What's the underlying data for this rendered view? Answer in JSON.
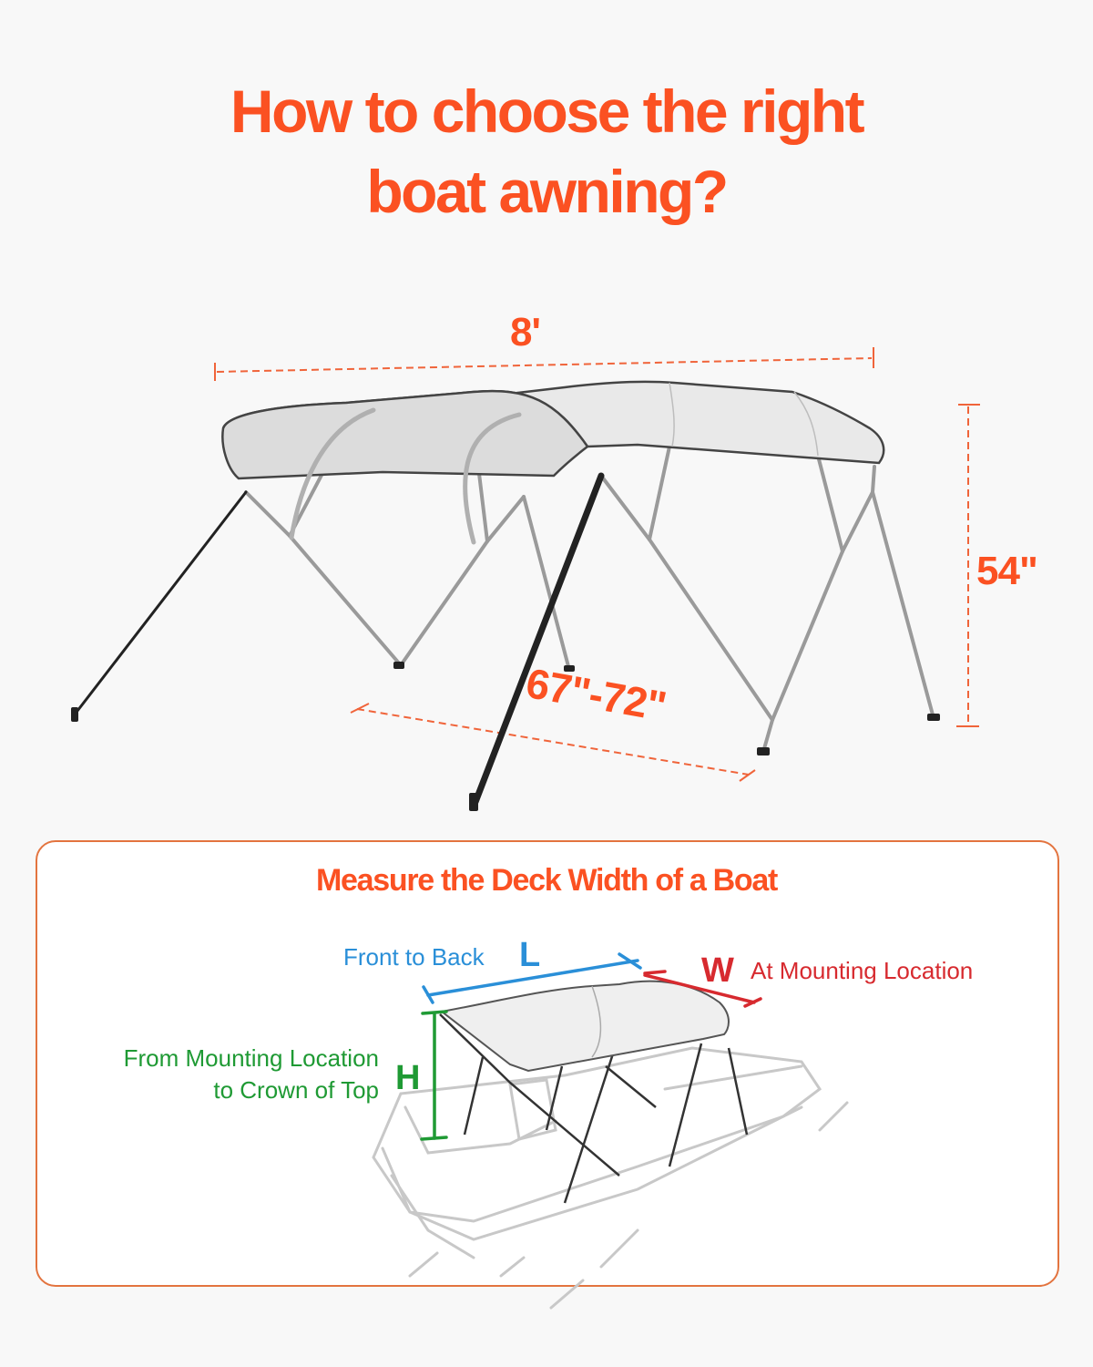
{
  "header": {
    "title_line1": "How to choose the right",
    "title_line2": "boat awning?"
  },
  "dimensions": {
    "width": "8'",
    "height": "54\"",
    "depth": "67\"-72\""
  },
  "measure_card": {
    "title": "Measure the Deck Width of a Boat",
    "length": {
      "label": "Front to Back",
      "letter": "L",
      "color": "#2a8fd8"
    },
    "width": {
      "label": "At Mounting Location",
      "letter": "W",
      "color": "#d72a2f"
    },
    "height": {
      "label_line1": "From Mounting Location",
      "label_line2": "to Crown of Top",
      "letter": "H",
      "color": "#1f9a34"
    }
  },
  "colors": {
    "accent": "#fb5122",
    "card_border": "#e3743f",
    "background": "#f8f8f8"
  }
}
